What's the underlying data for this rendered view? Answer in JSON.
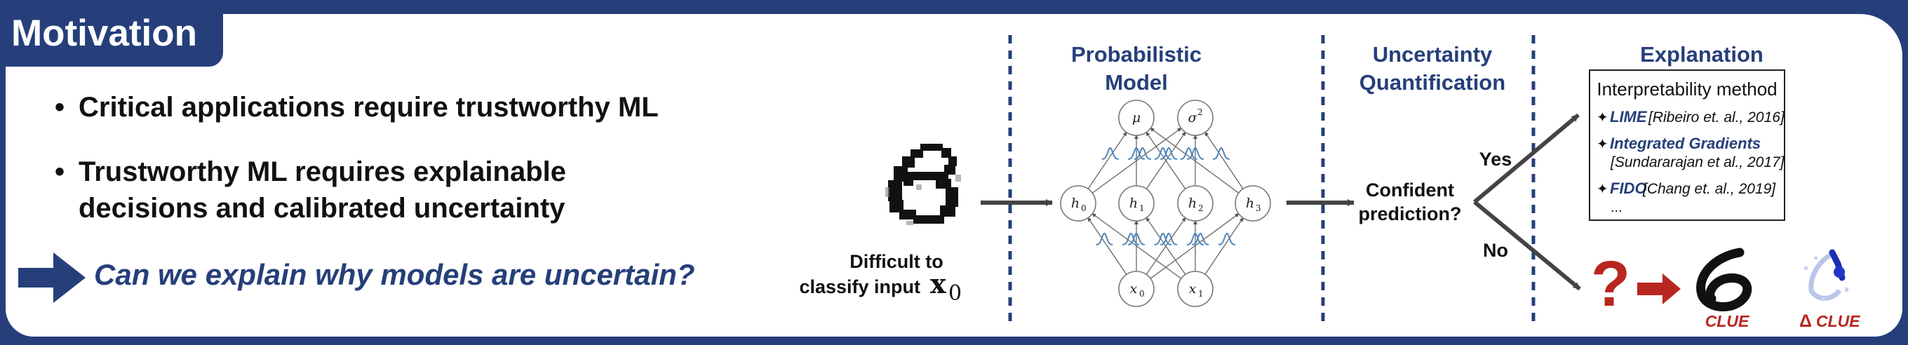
{
  "title": "Motivation",
  "bullets": [
    {
      "text": "Critical applications require trustworthy ML"
    },
    {
      "text_line1": "Trustworthy ML requires explainable",
      "text_line2": "decisions and calibrated uncertainty"
    }
  ],
  "bullet_symbol": "•",
  "question": "Can we explain why models are uncertain?",
  "colors": {
    "accent": "#263f7a",
    "red": "#b8271f",
    "curve": "#4f86b8"
  },
  "input": {
    "label_line1": "Difficult to",
    "label_line2": "classify input",
    "symbol": "x",
    "subscript": "0"
  },
  "sections": {
    "model": {
      "line1": "Probabilistic",
      "line2": "Model"
    },
    "uq": {
      "line1": "Uncertainty",
      "line2": "Quantification"
    },
    "explanation": {
      "title": "Explanation"
    }
  },
  "network": {
    "outputs": [
      "μ",
      "σ"
    ],
    "sigma_sup": "2",
    "hidden": [
      "h",
      "h",
      "h",
      "h"
    ],
    "hidden_subs": [
      "0",
      "1",
      "2",
      "3"
    ],
    "inputs": [
      "x",
      "x"
    ],
    "input_subs": [
      "0",
      "1"
    ]
  },
  "decision": {
    "line1": "Confident",
    "line2": "prediction?",
    "yes": "Yes",
    "no": "No"
  },
  "interpretability": {
    "header": "Interpretability method",
    "symbol": "✦",
    "methods": [
      {
        "name": "LIME",
        "cite": " [Ribeiro et. al., 2016]"
      },
      {
        "name": "Integrated Gradients",
        "cite": "[Sundararajan et al., 2017]"
      },
      {
        "name": "FIDO",
        "cite": " [Chang et. al., 2019]"
      }
    ],
    "more": "..."
  },
  "clue": {
    "question_mark": "?",
    "label": "CLUE",
    "delta_symbol": "Δ",
    "delta_label": "CLUE"
  }
}
